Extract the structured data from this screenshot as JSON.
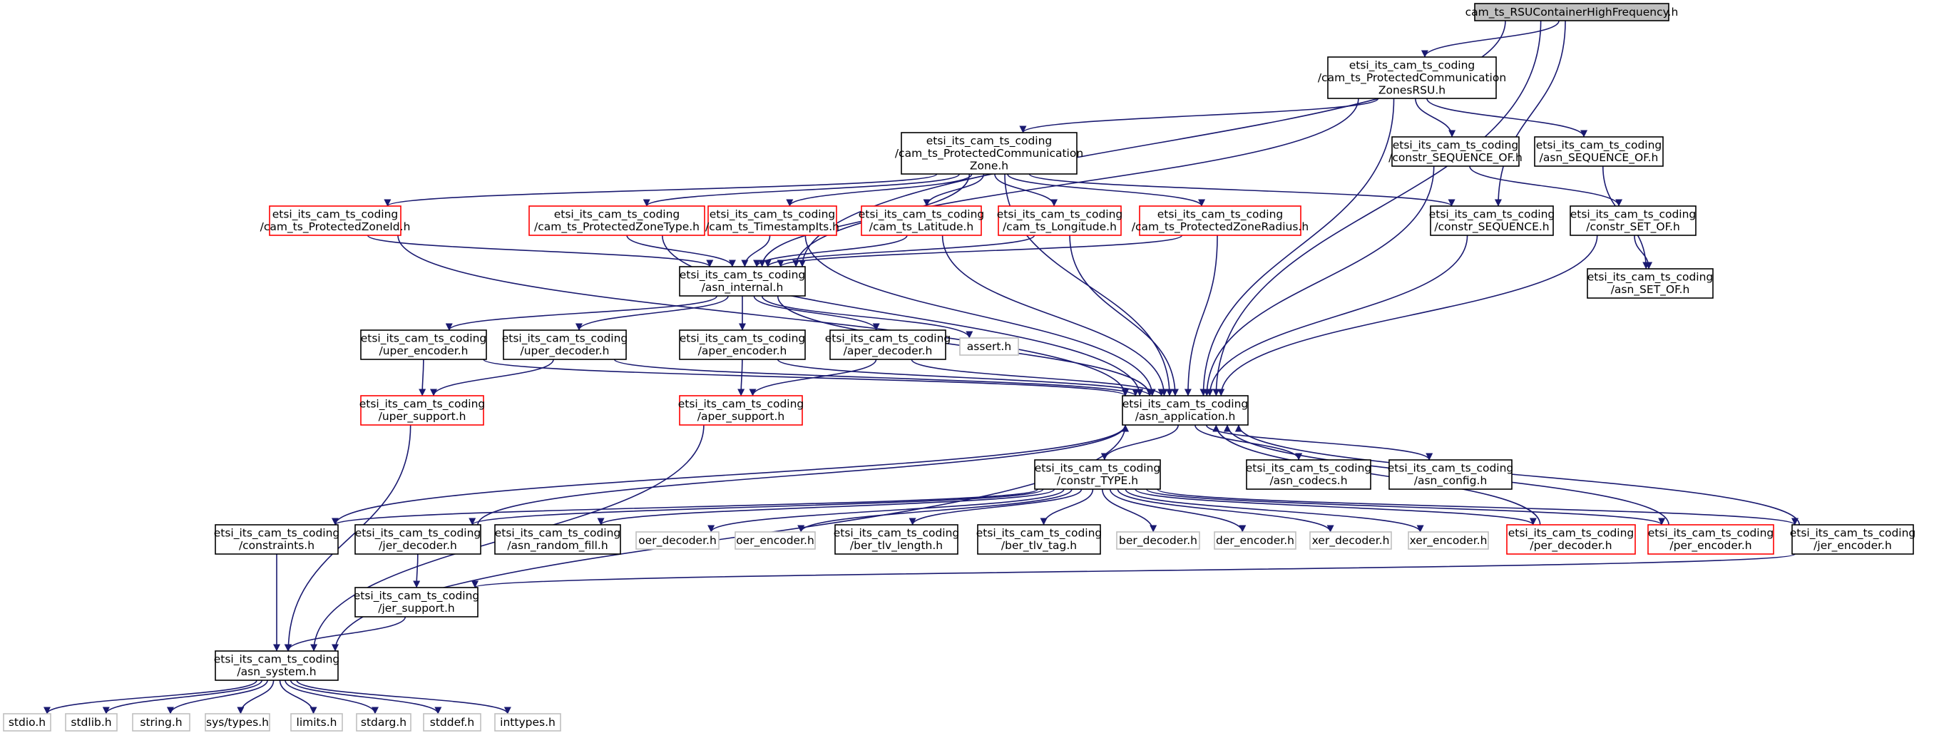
{
  "colors": {
    "edge": "#191970",
    "node_border": "#000000",
    "node_border_undocumented": "#ff0000",
    "node_border_external": "#bfbfbf",
    "root_fill": "#bfbfbf",
    "node_fill": "#ffffff"
  },
  "nodes": [
    {
      "id": "root",
      "lines": [
        "cam_ts_RSUContainerHighFrequency.h"
      ],
      "kind": "root"
    },
    {
      "id": "pczrsu",
      "lines": [
        "etsi_its_cam_ts_coding",
        "/cam_ts_ProtectedCommunication",
        "ZonesRSU.h"
      ],
      "kind": "normal"
    },
    {
      "id": "pcz",
      "lines": [
        "etsi_its_cam_ts_coding",
        "/cam_ts_ProtectedCommunication",
        "Zone.h"
      ],
      "kind": "normal"
    },
    {
      "id": "cseqof",
      "lines": [
        "etsi_its_cam_ts_coding",
        "/constr_SEQUENCE_OF.h"
      ],
      "kind": "normal"
    },
    {
      "id": "aseqof",
      "lines": [
        "etsi_its_cam_ts_coding",
        "/asn_SEQUENCE_OF.h"
      ],
      "kind": "normal"
    },
    {
      "id": "pzid",
      "lines": [
        "etsi_its_cam_ts_coding",
        "/cam_ts_ProtectedZoneId.h"
      ],
      "kind": "undocumented"
    },
    {
      "id": "pztype",
      "lines": [
        "etsi_its_cam_ts_coding",
        "/cam_ts_ProtectedZoneType.h"
      ],
      "kind": "undocumented"
    },
    {
      "id": "tsits",
      "lines": [
        "etsi_its_cam_ts_coding",
        "/cam_ts_TimestampIts.h"
      ],
      "kind": "undocumented"
    },
    {
      "id": "lat",
      "lines": [
        "etsi_its_cam_ts_coding",
        "/cam_ts_Latitude.h"
      ],
      "kind": "undocumented"
    },
    {
      "id": "lon",
      "lines": [
        "etsi_its_cam_ts_coding",
        "/cam_ts_Longitude.h"
      ],
      "kind": "undocumented"
    },
    {
      "id": "pzrad",
      "lines": [
        "etsi_its_cam_ts_coding",
        "/cam_ts_ProtectedZoneRadius.h"
      ],
      "kind": "undocumented"
    },
    {
      "id": "cseq",
      "lines": [
        "etsi_its_cam_ts_coding",
        "/constr_SEQUENCE.h"
      ],
      "kind": "normal"
    },
    {
      "id": "csetof",
      "lines": [
        "etsi_its_cam_ts_coding",
        "/constr_SET_OF.h"
      ],
      "kind": "normal"
    },
    {
      "id": "asetof",
      "lines": [
        "etsi_its_cam_ts_coding",
        "/asn_SET_OF.h"
      ],
      "kind": "normal"
    },
    {
      "id": "internal",
      "lines": [
        "etsi_its_cam_ts_coding",
        "/asn_internal.h"
      ],
      "kind": "normal"
    },
    {
      "id": "uenc",
      "lines": [
        "etsi_its_cam_ts_coding",
        "/uper_encoder.h"
      ],
      "kind": "normal"
    },
    {
      "id": "udec",
      "lines": [
        "etsi_its_cam_ts_coding",
        "/uper_decoder.h"
      ],
      "kind": "normal"
    },
    {
      "id": "aenc",
      "lines": [
        "etsi_its_cam_ts_coding",
        "/aper_encoder.h"
      ],
      "kind": "normal"
    },
    {
      "id": "adec",
      "lines": [
        "etsi_its_cam_ts_coding",
        "/aper_decoder.h"
      ],
      "kind": "normal"
    },
    {
      "id": "assert",
      "lines": [
        "assert.h"
      ],
      "kind": "external"
    },
    {
      "id": "usup",
      "lines": [
        "etsi_its_cam_ts_coding",
        "/uper_support.h"
      ],
      "kind": "undocumented"
    },
    {
      "id": "asup",
      "lines": [
        "etsi_its_cam_ts_coding",
        "/aper_support.h"
      ],
      "kind": "undocumented"
    },
    {
      "id": "app",
      "lines": [
        "etsi_its_cam_ts_coding",
        "/asn_application.h"
      ],
      "kind": "normal"
    },
    {
      "id": "ctype",
      "lines": [
        "etsi_its_cam_ts_coding",
        "/constr_TYPE.h"
      ],
      "kind": "normal"
    },
    {
      "id": "codecs",
      "lines": [
        "etsi_its_cam_ts_coding",
        "/asn_codecs.h"
      ],
      "kind": "normal"
    },
    {
      "id": "config",
      "lines": [
        "etsi_its_cam_ts_coding",
        "/asn_config.h"
      ],
      "kind": "normal"
    },
    {
      "id": "constraints",
      "lines": [
        "etsi_its_cam_ts_coding",
        "/constraints.h"
      ],
      "kind": "normal"
    },
    {
      "id": "jdec",
      "lines": [
        "etsi_its_cam_ts_coding",
        "/jer_decoder.h"
      ],
      "kind": "normal"
    },
    {
      "id": "rfill",
      "lines": [
        "etsi_its_cam_ts_coding",
        "/asn_random_fill.h"
      ],
      "kind": "normal"
    },
    {
      "id": "oerdec",
      "lines": [
        "oer_decoder.h"
      ],
      "kind": "external"
    },
    {
      "id": "oerenc",
      "lines": [
        "oer_encoder.h"
      ],
      "kind": "external"
    },
    {
      "id": "bertl",
      "lines": [
        "etsi_its_cam_ts_coding",
        "/ber_tlv_length.h"
      ],
      "kind": "normal"
    },
    {
      "id": "bertag",
      "lines": [
        "etsi_its_cam_ts_coding",
        "/ber_tlv_tag.h"
      ],
      "kind": "normal"
    },
    {
      "id": "berdec",
      "lines": [
        "ber_decoder.h"
      ],
      "kind": "external"
    },
    {
      "id": "derenc",
      "lines": [
        "der_encoder.h"
      ],
      "kind": "external"
    },
    {
      "id": "xerdec",
      "lines": [
        "xer_decoder.h"
      ],
      "kind": "external"
    },
    {
      "id": "xerenc",
      "lines": [
        "xer_encoder.h"
      ],
      "kind": "external"
    },
    {
      "id": "pdec",
      "lines": [
        "etsi_its_cam_ts_coding",
        "/per_decoder.h"
      ],
      "kind": "undocumented"
    },
    {
      "id": "penc",
      "lines": [
        "etsi_its_cam_ts_coding",
        "/per_encoder.h"
      ],
      "kind": "undocumented"
    },
    {
      "id": "jenc",
      "lines": [
        "etsi_its_cam_ts_coding",
        "/jer_encoder.h"
      ],
      "kind": "normal"
    },
    {
      "id": "jsup",
      "lines": [
        "etsi_its_cam_ts_coding",
        "/jer_support.h"
      ],
      "kind": "normal"
    },
    {
      "id": "system",
      "lines": [
        "etsi_its_cam_ts_coding",
        "/asn_system.h"
      ],
      "kind": "normal"
    },
    {
      "id": "stdio",
      "lines": [
        "stdio.h"
      ],
      "kind": "external"
    },
    {
      "id": "stdlib",
      "lines": [
        "stdlib.h"
      ],
      "kind": "external"
    },
    {
      "id": "string",
      "lines": [
        "string.h"
      ],
      "kind": "external"
    },
    {
      "id": "systypes",
      "lines": [
        "sys/types.h"
      ],
      "kind": "external"
    },
    {
      "id": "limits",
      "lines": [
        "limits.h"
      ],
      "kind": "external"
    },
    {
      "id": "stdarg",
      "lines": [
        "stdarg.h"
      ],
      "kind": "external"
    },
    {
      "id": "stddef",
      "lines": [
        "stddef.h"
      ],
      "kind": "external"
    },
    {
      "id": "inttypes",
      "lines": [
        "inttypes.h"
      ],
      "kind": "external"
    }
  ],
  "edges": [
    [
      "root",
      "pczrsu"
    ],
    [
      "root",
      "internal"
    ],
    [
      "root",
      "cseq"
    ],
    [
      "root",
      "app"
    ],
    [
      "pczrsu",
      "pcz"
    ],
    [
      "pczrsu",
      "cseqof"
    ],
    [
      "pczrsu",
      "aseqof"
    ],
    [
      "pczrsu",
      "internal"
    ],
    [
      "pczrsu",
      "app"
    ],
    [
      "pcz",
      "pzid"
    ],
    [
      "pcz",
      "pztype"
    ],
    [
      "pcz",
      "tsits"
    ],
    [
      "pcz",
      "lat"
    ],
    [
      "pcz",
      "lon"
    ],
    [
      "pcz",
      "pzrad"
    ],
    [
      "pcz",
      "cseq"
    ],
    [
      "pcz",
      "internal"
    ],
    [
      "pcz",
      "app"
    ],
    [
      "cseqof",
      "csetof"
    ],
    [
      "cseqof",
      "app"
    ],
    [
      "aseqof",
      "asetof"
    ],
    [
      "csetof",
      "asetof"
    ],
    [
      "csetof",
      "app"
    ],
    [
      "cseq",
      "app"
    ],
    [
      "pzid",
      "internal"
    ],
    [
      "pzid",
      "app"
    ],
    [
      "pztype",
      "internal"
    ],
    [
      "pztype",
      "app"
    ],
    [
      "tsits",
      "internal"
    ],
    [
      "tsits",
      "app"
    ],
    [
      "lat",
      "internal"
    ],
    [
      "lat",
      "app"
    ],
    [
      "lon",
      "internal"
    ],
    [
      "lon",
      "app"
    ],
    [
      "pzrad",
      "internal"
    ],
    [
      "pzrad",
      "app"
    ],
    [
      "internal",
      "uenc"
    ],
    [
      "internal",
      "udec"
    ],
    [
      "internal",
      "aenc"
    ],
    [
      "internal",
      "adec"
    ],
    [
      "internal",
      "assert"
    ],
    [
      "internal",
      "app"
    ],
    [
      "uenc",
      "usup"
    ],
    [
      "uenc",
      "app"
    ],
    [
      "udec",
      "usup"
    ],
    [
      "udec",
      "app"
    ],
    [
      "aenc",
      "asup"
    ],
    [
      "aenc",
      "app"
    ],
    [
      "adec",
      "asup"
    ],
    [
      "adec",
      "app"
    ],
    [
      "usup",
      "system"
    ],
    [
      "asup",
      "system"
    ],
    [
      "app",
      "ctype"
    ],
    [
      "app",
      "codecs"
    ],
    [
      "app",
      "config"
    ],
    [
      "app",
      "system"
    ],
    [
      "ctype",
      "constraints"
    ],
    [
      "ctype",
      "jdec"
    ],
    [
      "ctype",
      "rfill"
    ],
    [
      "ctype",
      "oerdec"
    ],
    [
      "ctype",
      "oerenc"
    ],
    [
      "ctype",
      "bertl"
    ],
    [
      "ctype",
      "bertag"
    ],
    [
      "ctype",
      "berdec"
    ],
    [
      "ctype",
      "derenc"
    ],
    [
      "ctype",
      "xerdec"
    ],
    [
      "ctype",
      "xerenc"
    ],
    [
      "ctype",
      "pdec"
    ],
    [
      "ctype",
      "penc"
    ],
    [
      "ctype",
      "jenc"
    ],
    [
      "constraints",
      "app"
    ],
    [
      "constraints",
      "system"
    ],
    [
      "jdec",
      "app"
    ],
    [
      "jdec",
      "jsup"
    ],
    [
      "pdec",
      "app"
    ],
    [
      "penc",
      "app"
    ],
    [
      "jenc",
      "app"
    ],
    [
      "jenc",
      "jsup"
    ],
    [
      "jsup",
      "system"
    ],
    [
      "system",
      "stdio"
    ],
    [
      "system",
      "stdlib"
    ],
    [
      "system",
      "string"
    ],
    [
      "system",
      "systypes"
    ],
    [
      "system",
      "limits"
    ],
    [
      "system",
      "stdarg"
    ],
    [
      "system",
      "stddef"
    ],
    [
      "system",
      "inttypes"
    ]
  ]
}
